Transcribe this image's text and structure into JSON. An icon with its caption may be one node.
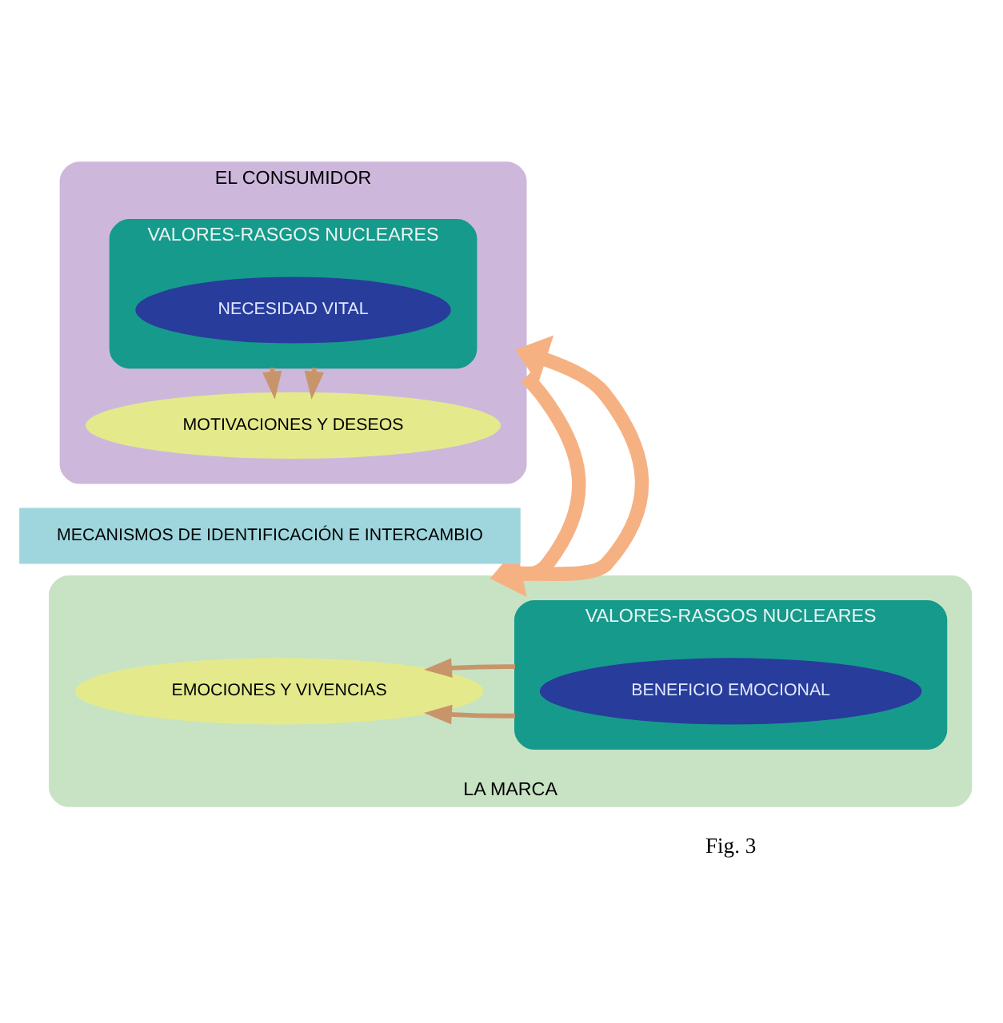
{
  "diagram": {
    "nodes": [
      {
        "text": [
          "EL CONSUMIDOR"
        ]
      },
      {
        "text": [
          "VALORES-RASGOS NUCLEARES"
        ],
        "in": 0
      },
      {
        "text": [
          "NECESIDAD VITAL"
        ],
        "in": 1
      },
      {
        "text": [
          "MOTIVACIONES Y DESEOS"
        ],
        "in": 0
      },
      {
        "text": [
          "MECANISMOS DE IDENTIFICACIÓN E INTERCAMBIO"
        ]
      },
      {
        "text": [
          "LA MARCA"
        ]
      },
      {
        "text": [
          "EMOCIONES Y VIVENCIAS"
        ],
        "in": 5
      },
      {
        "text": [
          "VALORES-RASGOS NUCLEARES"
        ],
        "in": 5
      },
      {
        "text": [
          "BENEFICIO EMOCIONAL"
        ],
        "in": 7
      }
    ],
    "edges": [
      {
        "from": 1,
        "to": 3,
        "arrow": "to"
      },
      {
        "from": 1,
        "to": 3,
        "arrow": "to"
      },
      {
        "from": 0,
        "to": 5,
        "arrow": "to",
        "style": "thick",
        "color": "#f6b183"
      },
      {
        "from": 5,
        "to": 0,
        "arrow": "to",
        "style": "thick",
        "color": "#f6b183"
      },
      {
        "from": 7,
        "to": 6,
        "arrow": "to"
      },
      {
        "from": 7,
        "to": 6,
        "arrow": "to"
      }
    ],
    "labels": [
      "Fig. 3"
    ]
  }
}
